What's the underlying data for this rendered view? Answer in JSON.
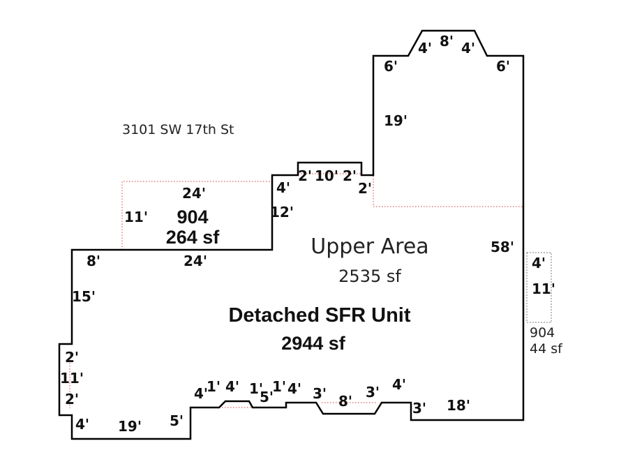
{
  "address": "3101 SW 17th St",
  "areas": {
    "upper": {
      "name": "Upper Area",
      "sf": "2535 sf"
    },
    "main": {
      "name": "Detached SFR Unit",
      "sf": "2944 sf"
    },
    "upper_left": {
      "code": "904",
      "sf": "264 sf"
    },
    "side": {
      "code": "904",
      "sf": "44 sf"
    }
  },
  "dimensions": {
    "top_4_left": "4'",
    "top_8": "8'",
    "top_4_right": "4'",
    "top_6_left": "6'",
    "top_6_right": "6'",
    "right_19": "19'",
    "step_2a": "2'",
    "step_10": "10'",
    "step_2b": "2'",
    "step_2c": "2'",
    "step_4": "4'",
    "ul_24_top": "24'",
    "ul_11": "11'",
    "ul_12": "12'",
    "ul_24_bottom": "24'",
    "right_58": "58'",
    "left_8": "8'",
    "left_15": "15'",
    "left_2a": "2'",
    "left_11": "11'",
    "left_2b": "2'",
    "bottom_4_left": "4'",
    "bottom_19": "19'",
    "bottom_5": "5'",
    "b_4": "4'",
    "b_1a": "1'",
    "b_4b": "4'",
    "b_1b": "1'",
    "b_5": "5'",
    "b_1c": "1'",
    "b_4c": "4'",
    "b_3a": "3'",
    "b_8": "8'",
    "b_3b": "3'",
    "b_4d": "4'",
    "b_3c": "3'",
    "b_18": "18'",
    "side_4": "4'",
    "side_11": "11'"
  }
}
